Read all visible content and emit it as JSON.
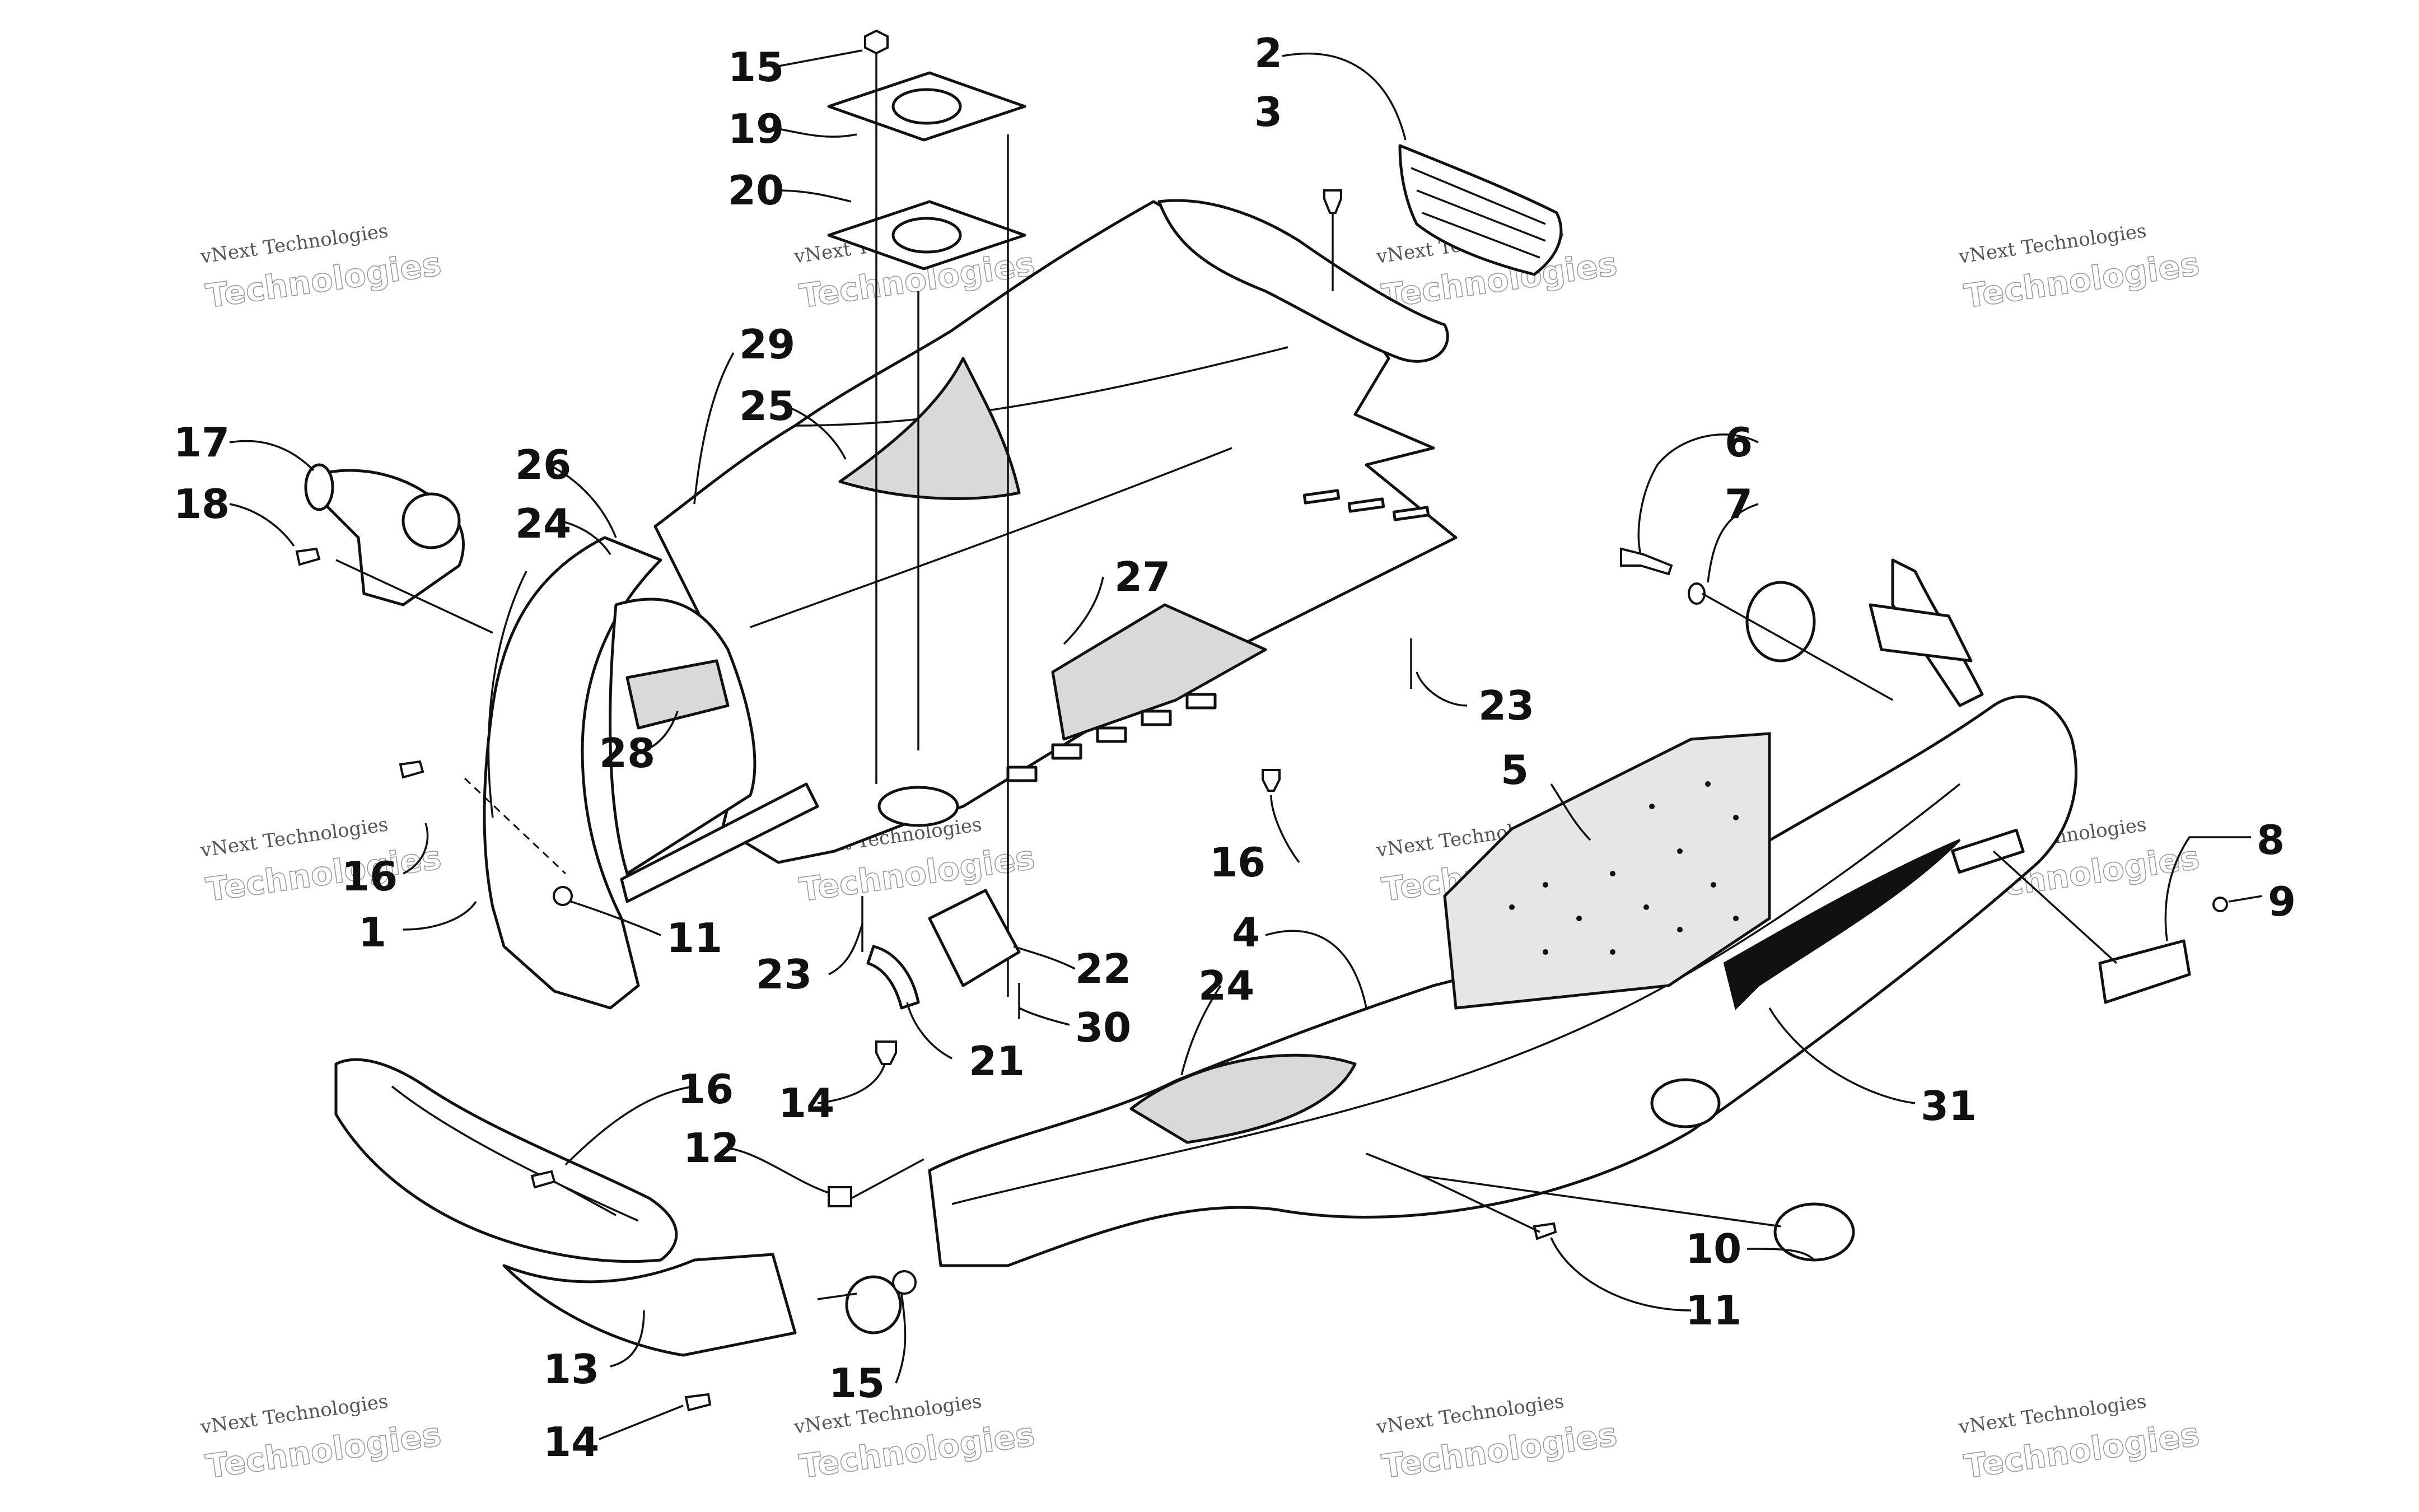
{
  "callouts": [
    {
      "n": "1"
    },
    {
      "n": "2"
    },
    {
      "n": "3"
    },
    {
      "n": "4"
    },
    {
      "n": "5"
    },
    {
      "n": "6"
    },
    {
      "n": "7"
    },
    {
      "n": "8"
    },
    {
      "n": "9"
    },
    {
      "n": "10"
    },
    {
      "n": "11"
    },
    {
      "n": "11"
    },
    {
      "n": "12"
    },
    {
      "n": "13"
    },
    {
      "n": "14"
    },
    {
      "n": "14"
    },
    {
      "n": "15"
    },
    {
      "n": "15"
    },
    {
      "n": "16"
    },
    {
      "n": "16"
    },
    {
      "n": "16"
    },
    {
      "n": "17"
    },
    {
      "n": "18"
    },
    {
      "n": "19"
    },
    {
      "n": "20"
    },
    {
      "n": "21"
    },
    {
      "n": "22"
    },
    {
      "n": "23"
    },
    {
      "n": "23"
    },
    {
      "n": "24"
    },
    {
      "n": "24"
    },
    {
      "n": "25"
    },
    {
      "n": "26"
    },
    {
      "n": "27"
    },
    {
      "n": "28"
    },
    {
      "n": "29"
    },
    {
      "n": "30"
    },
    {
      "n": "31"
    }
  ],
  "watermark": {
    "line1": "vNext Technologies",
    "line2": "Technologies"
  }
}
